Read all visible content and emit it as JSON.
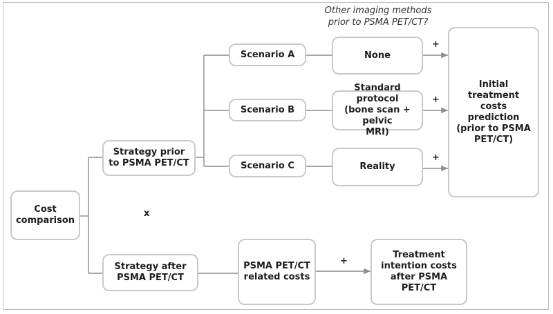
{
  "boxes": {
    "cost_comparison": "Cost\ncomparison",
    "strategy_prior": "Strategy prior\nto PSMA PET/CT",
    "strategy_after": "Strategy after\nPSMA PET/CT",
    "scenario_a": "Scenario A",
    "scenario_b": "Scenario B",
    "scenario_c": "Scenario C",
    "none": "None",
    "standard_protocol": "Standard protocol\n(bone scan + pelvic\nMRI)",
    "reality": "Reality",
    "initial_costs": "Initial treatment\ncosts prediction\n(prior to PSMA\nPET/CT)",
    "psma_costs": "PSMA PET/CT\nrelated costs",
    "treatment_costs": "Treatment\nintention costs\nafter PSMA\nPET/CT"
  },
  "note": "Other imaging methods\nprior to PSMA PET/CT?",
  "operators": {
    "plus": "+",
    "times": "x"
  },
  "colors": {
    "border": "#c9c9c9",
    "line": "#8c8c8c",
    "text": "#1e1e1e"
  }
}
